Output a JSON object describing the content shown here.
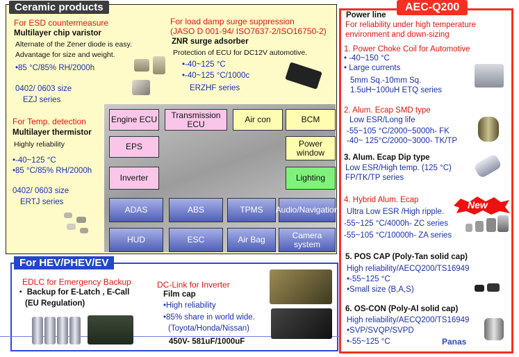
{
  "ceramic": {
    "title": "Ceramic products",
    "esd": {
      "heading": "For ESD countermeasure",
      "product": "Multilayer chip varistor",
      "desc1": "Alternate of the Zener diode is easy.",
      "desc2": "Advantage for size and weight.",
      "spec": "•85 °C/85% RH/2000h",
      "size": "0402/ 0603 size",
      "series": "EZJ series"
    },
    "surge": {
      "heading1": "For load damp surge suppression",
      "heading2": "(JASO D 001-94/ ISO7637-2/ISO16750-2)",
      "product": "ZNR surge adsorber",
      "desc": "Protection of ECU for DC12V automotive.",
      "spec1": "•-40~125 °C",
      "spec2": "•-40~125 °C/1000c",
      "series": "ERZHF series"
    },
    "temp": {
      "heading": "For Temp. detection",
      "product": "Multilayer thermistor",
      "desc": "Highly reliability",
      "spec1": "•-40~125 °C",
      "spec2": "•85 °C/85% RH/2000h",
      "size": "0402/ 0603 size",
      "series": "ERTJ series"
    },
    "boxes": {
      "engine": "Engine ECU",
      "transmission": "Transmission ECU",
      "aircon": "Air con",
      "bcm": "BCM",
      "eps": "EPS",
      "power_window": "Power window",
      "inverter": "Inverter",
      "lighting": "Lighting",
      "adas": "ADAS",
      "abs": "ABS",
      "tpms": "TPMS",
      "audio": "Audio/Navigation",
      "hud": "HUD",
      "esc": "ESC",
      "airbag": "Air Bag",
      "camera": "Camera system"
    }
  },
  "hev": {
    "title": "For HEV/PHEV/EV",
    "edlc": {
      "heading": "EDLC for Emergency Backup",
      "line1": "・ Backup for E-Latch , E-Call",
      "line2": "(EU Regulation)"
    },
    "dclink": {
      "heading": "DC-Link for Inverter",
      "product": "Film cap",
      "spec1": "•High reliability",
      "spec2": "•85% share in world wide.",
      "spec3": "(Toyota/Honda/Nissan)",
      "rating": "450V- 581uF/1000uF"
    }
  },
  "aec": {
    "title": "AEC-Q200",
    "power_line": "Power line",
    "purpose1": "For reliability under high temperature",
    "purpose2": "environment and down-sizing",
    "item1": {
      "title": "1. Power Choke Coil for Automotive",
      "s1": "• -40~150 °C",
      "s2": "• Large  currents",
      "s3": "5mm Sq.-10mm Sq.",
      "s4": "1.5uH~100uH   ETQ series"
    },
    "item2": {
      "title": "2. Alum. Ecap SMD type",
      "s1": "Low ESR/Long life",
      "s2": "-55~105 °C/2000~5000h- FK",
      "s3": "-40~ 125°C/2000~3000- TK/TP"
    },
    "item3": {
      "title": "3. Alum. Ecap  Dip type",
      "s1": "Low ESR/High temp. (125 °C)",
      "s2": "FP/TK/TP series"
    },
    "item4": {
      "title": "4. Hybrid Alum. Ecap",
      "badge": "New",
      "s1": "Ultra Low ESR /High ripple.",
      "s2": "-55~125 °C/4000h- ZC series",
      "s3": "-55~105 °C/10000h- ZA series"
    },
    "item5": {
      "title": "5. POS CAP (Poly-Tan solid cap)",
      "s1": "High reliability/AECQ200/TS16949",
      "s2": "•-55~125 °C",
      "s3": "•Small size (B,A,S)"
    },
    "item6": {
      "title": "6. OS-CON (Poly-Al solid cap)",
      "s1": "High reliability/AECQ200/TS16949",
      "s2": "•SVP/SVQP/SVPD",
      "s3": "•-55~125 °C"
    },
    "brand": "Panas"
  }
}
